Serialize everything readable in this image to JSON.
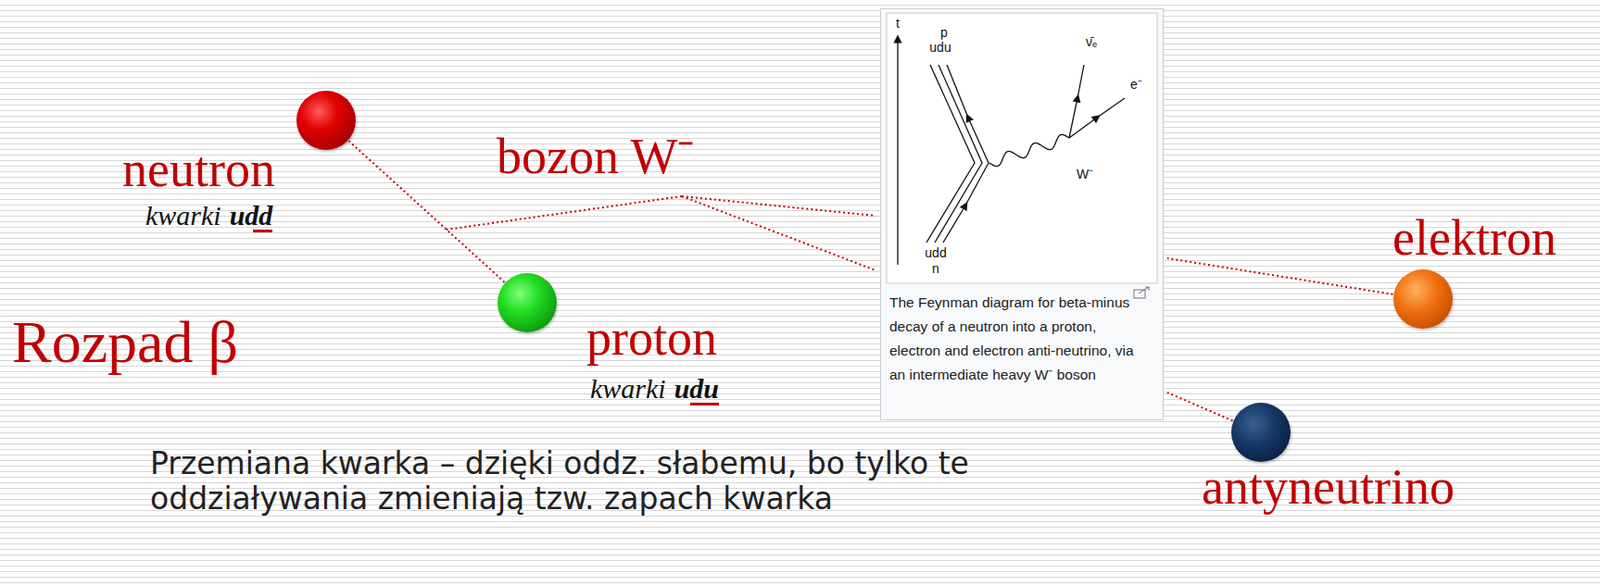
{
  "diagram": {
    "nodes": [
      {
        "text": [
          "neutron",
          "kwarki",
          "udd"
        ]
      },
      {
        "text": [
          "proton",
          "kwarki",
          "udu"
        ]
      },
      {
        "text": [
          "The Feynman diagram for beta-minus decay of a neutron into a proton, electron and electron anti-neutrino, via an intermediate heavy W⁻ boson"
        ]
      },
      {
        "text": [
          "elektron"
        ]
      },
      {
        "text": [
          "antyneutrino"
        ]
      }
    ],
    "edges": [
      {
        "from": 0,
        "to": 1,
        "arrow": "none"
      },
      {
        "from": 3,
        "to": 2,
        "arrow": "none"
      },
      {
        "from": 4,
        "to": 2,
        "arrow": "none"
      }
    ],
    "labels": [
      "bozon W⁻",
      "Rozpad β",
      "Przemiana kwarka – dzięki oddz. słabemu, bo tylko te oddziaływania zmieniają tzw. zapach kwarka",
      "t",
      "p",
      "udu",
      "ν̄ₑ",
      "e⁻",
      "W⁻",
      "udd",
      "n"
    ]
  }
}
